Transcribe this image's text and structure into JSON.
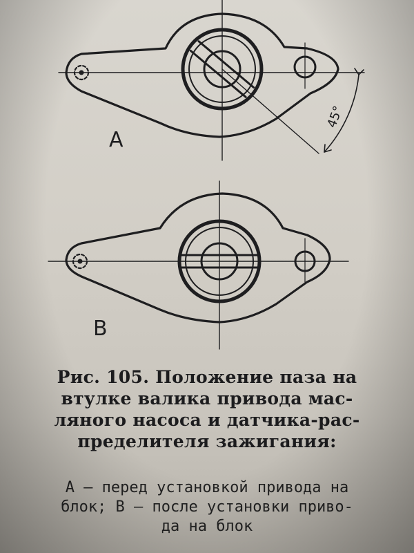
{
  "figure": {
    "label_a": "А",
    "label_b": "В",
    "angle_label": "45°"
  },
  "caption": {
    "line1": "Рис. 105. Положение паза на",
    "line2": "втулке валика привода мас-",
    "line3": "ляного насоса и датчика-рас-",
    "line4": "пределителя зажигания:"
  },
  "legend": {
    "line1": "А — перед установкой привода на",
    "line2": "блок; В — после установки приво-",
    "line3": "да на блок"
  }
}
